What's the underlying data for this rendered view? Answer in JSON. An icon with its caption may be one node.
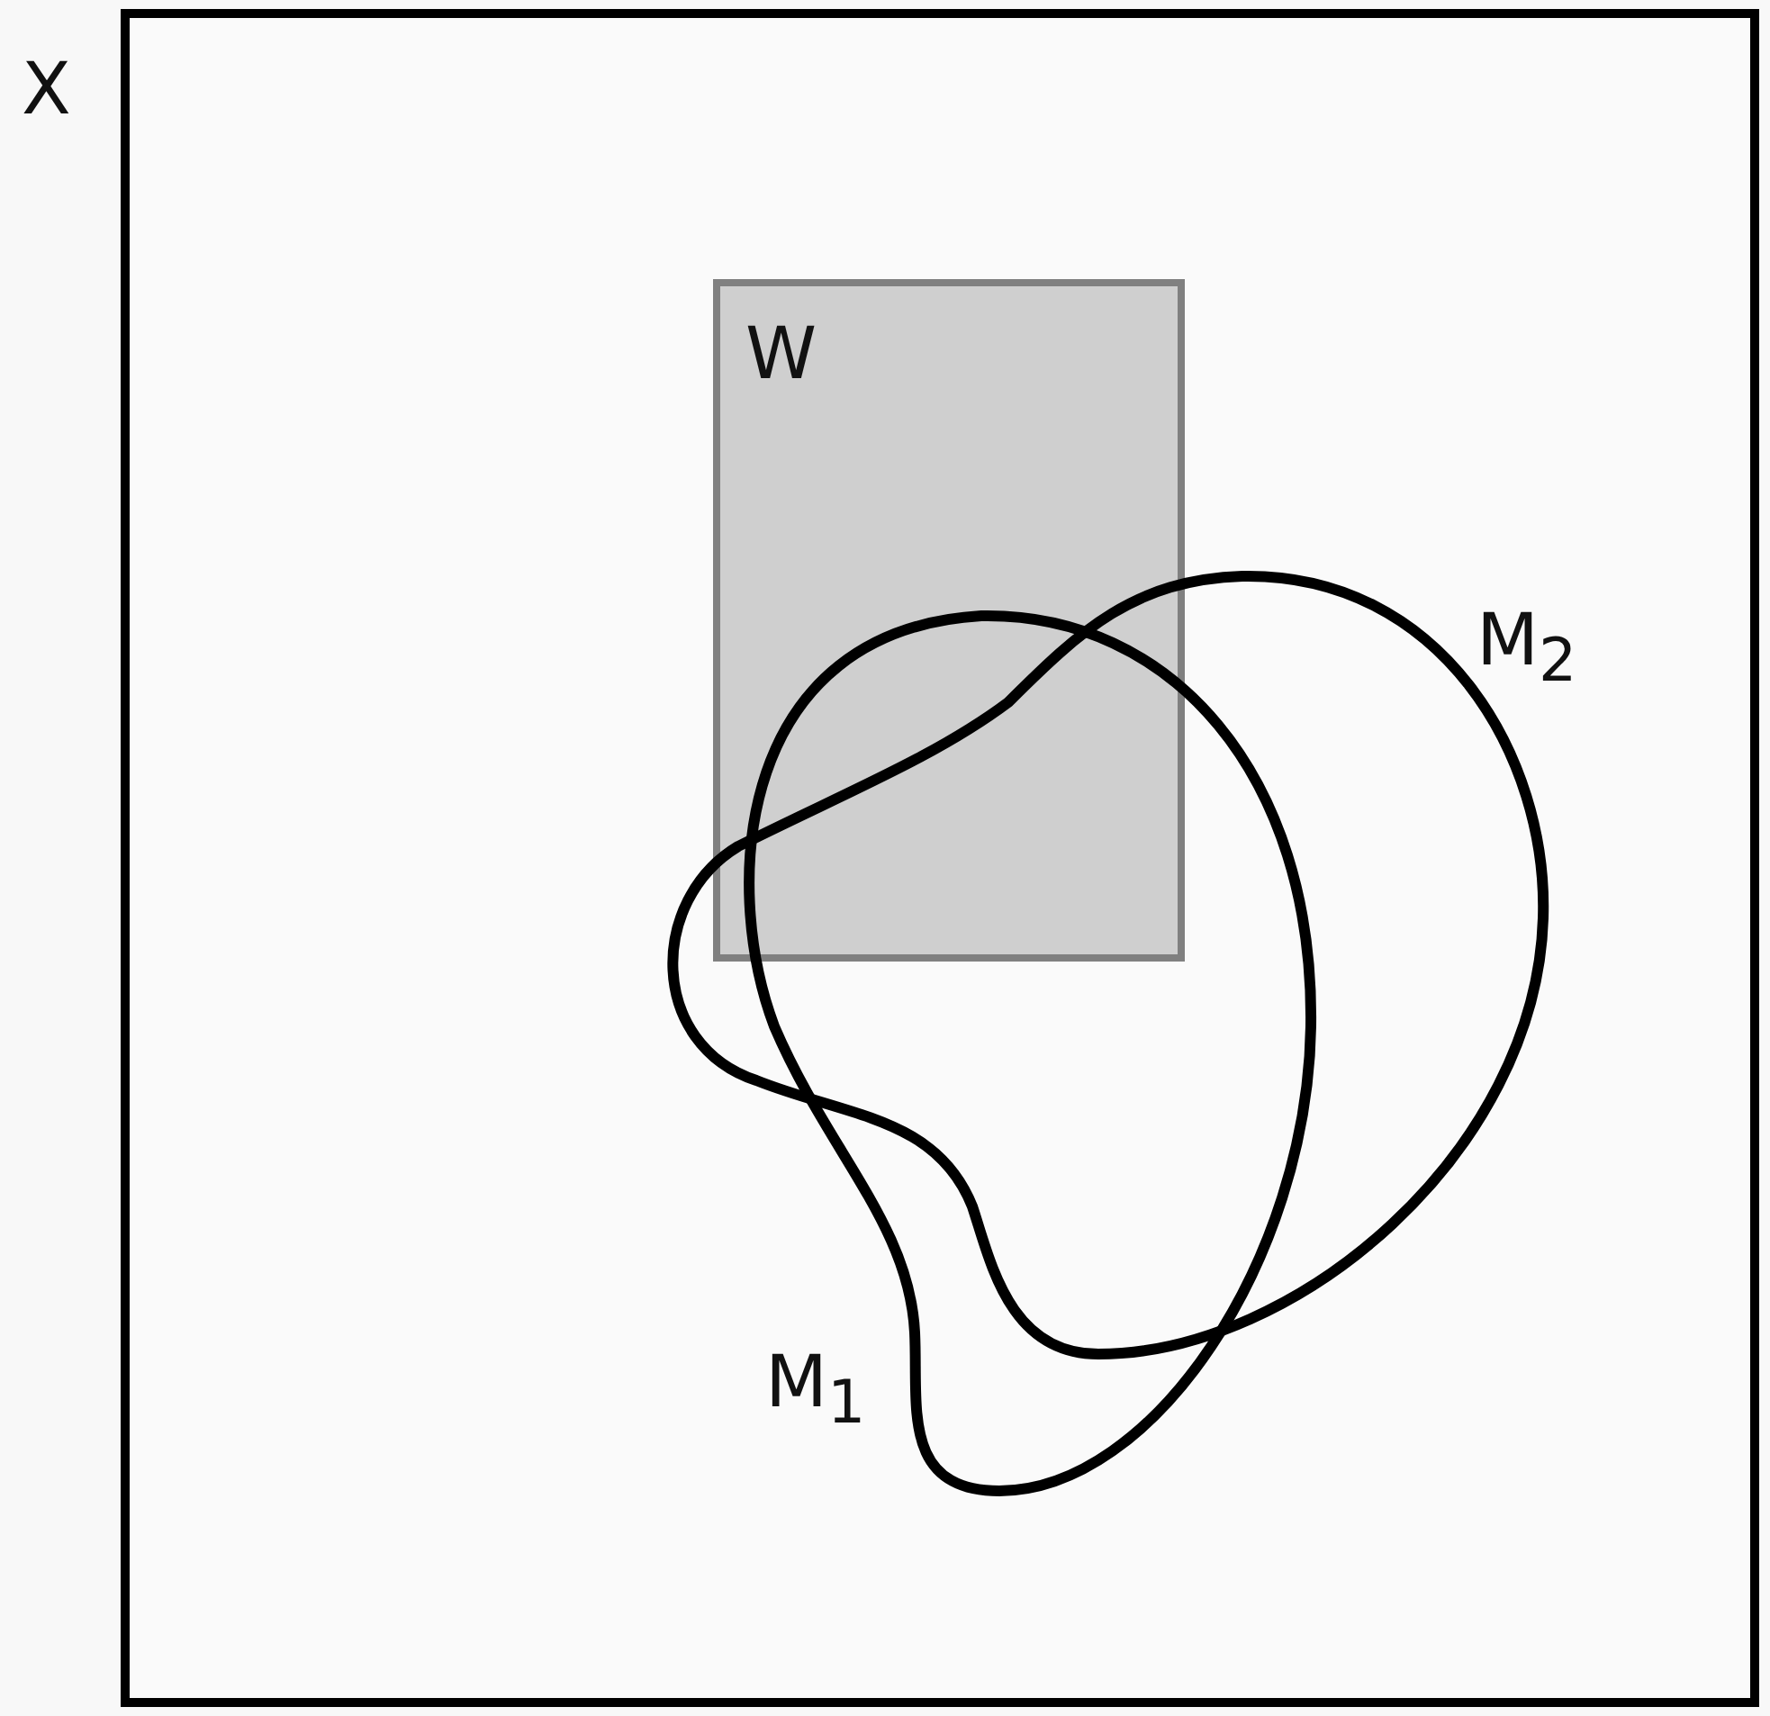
{
  "diagram": {
    "nodes": [
      {
        "text": [
          "X"
        ]
      },
      {
        "text": [
          "W"
        ],
        "in": 0
      },
      {
        "text": [
          "M$_{1}$"
        ],
        "in": 0
      },
      {
        "text": [
          "M$_{2}$"
        ],
        "in": 0
      }
    ],
    "edges": []
  }
}
